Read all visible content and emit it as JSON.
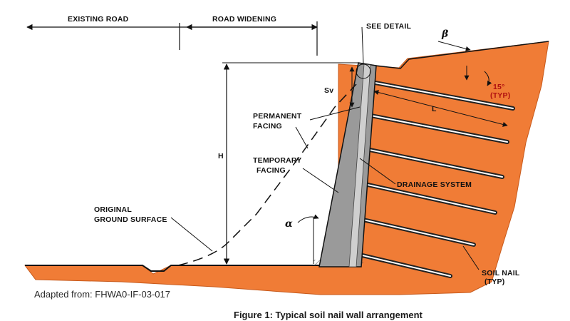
{
  "colors": {
    "soil": "#f07c36",
    "soil_edge": "#c75a1c",
    "line": "#111111",
    "facing": "#9a9a9a",
    "label_red": "#b01010"
  },
  "labels": {
    "existing_road": "EXISTING ROAD",
    "road_widening": "ROAD WIDENING",
    "see_detail": "SEE DETAIL",
    "beta": "β",
    "sv": "Sv",
    "angle_15": "15°",
    "typ_paren": "(TYP)",
    "l": "L",
    "permanent_facing_1": "PERMANENT",
    "permanent_facing_2": "FACING",
    "temporary_facing_1": "TEMPORARY",
    "temporary_facing_2": "FACING",
    "drainage_system": "DRAINAGE SYSTEM",
    "h": "H",
    "alpha": "α",
    "original_ground_1": "ORIGINAL",
    "original_ground_2": "GROUND SURFACE",
    "soil_nail_1": "SOIL NAIL",
    "soil_nail_2": "(TYP)"
  },
  "credit": "Adapted from: FHWA0-IF-03-017",
  "caption": "Figure 1: Typical soil nail wall arrangement"
}
